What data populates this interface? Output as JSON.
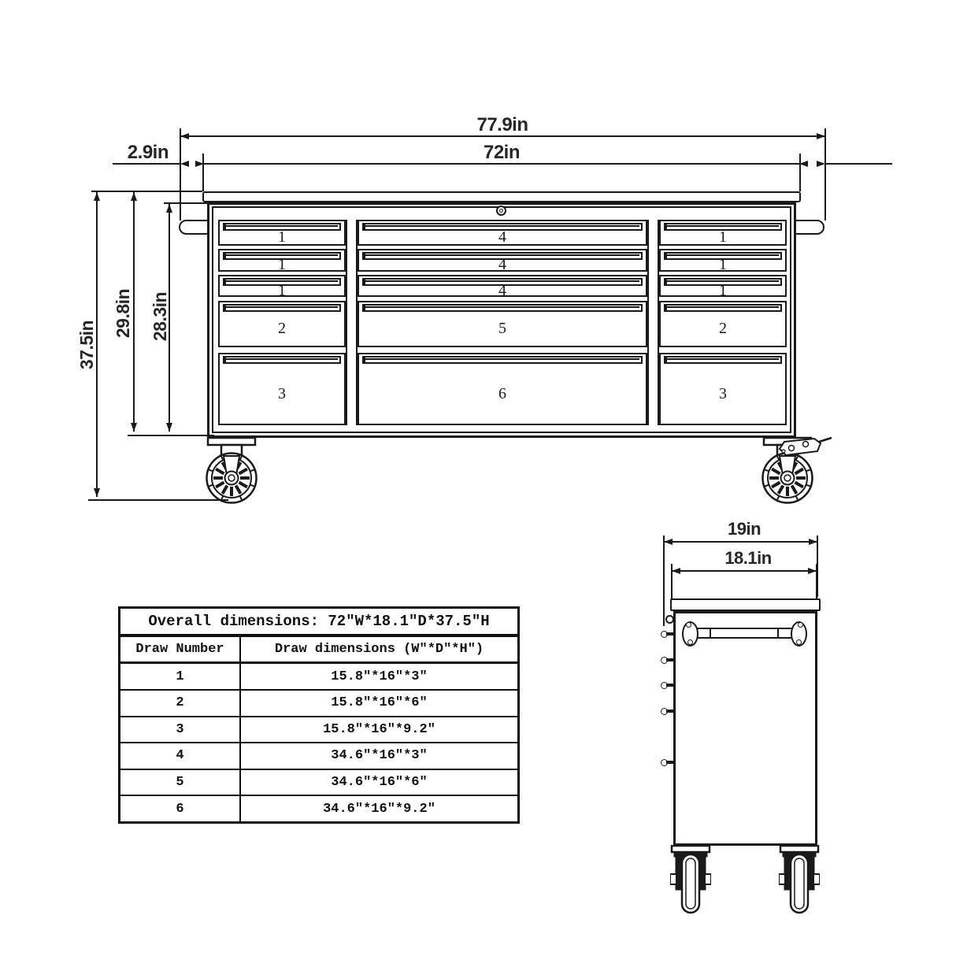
{
  "front_view": {
    "dims": {
      "overall_width": "77.9in",
      "body_width": "72in",
      "handle_offset": "2.9in",
      "overall_height": "37.5in",
      "body_height": "29.8in",
      "drawer_area_height": "28.3in"
    },
    "columns": [
      {
        "drawers": [
          "1",
          "1",
          "1",
          "2",
          "3"
        ]
      },
      {
        "drawers": [
          "4",
          "4",
          "4",
          "5",
          "6"
        ]
      },
      {
        "drawers": [
          "1",
          "1",
          "1",
          "2",
          "3"
        ]
      }
    ]
  },
  "side_view": {
    "dims": {
      "overall_depth": "19in",
      "body_depth": "18.1in"
    }
  },
  "spec_table": {
    "title": "Overall dimensions: 72″W*18.1″D*37.5″H",
    "columns": [
      "Draw Number",
      "Draw dimensions (W″*D″*H″)"
    ],
    "rows": [
      {
        "number": "1",
        "dimensions": "15.8″*16″*3″"
      },
      {
        "number": "2",
        "dimensions": "15.8″*16″*6″"
      },
      {
        "number": "3",
        "dimensions": "15.8″*16″*9.2″"
      },
      {
        "number": "4",
        "dimensions": "34.6″*16″*3″"
      },
      {
        "number": "5",
        "dimensions": "34.6″*16″*6″"
      },
      {
        "number": "6",
        "dimensions": "34.6″*16″*9.2″"
      }
    ]
  },
  "colors": {
    "line": "#1a1a1a",
    "background": "#ffffff"
  }
}
